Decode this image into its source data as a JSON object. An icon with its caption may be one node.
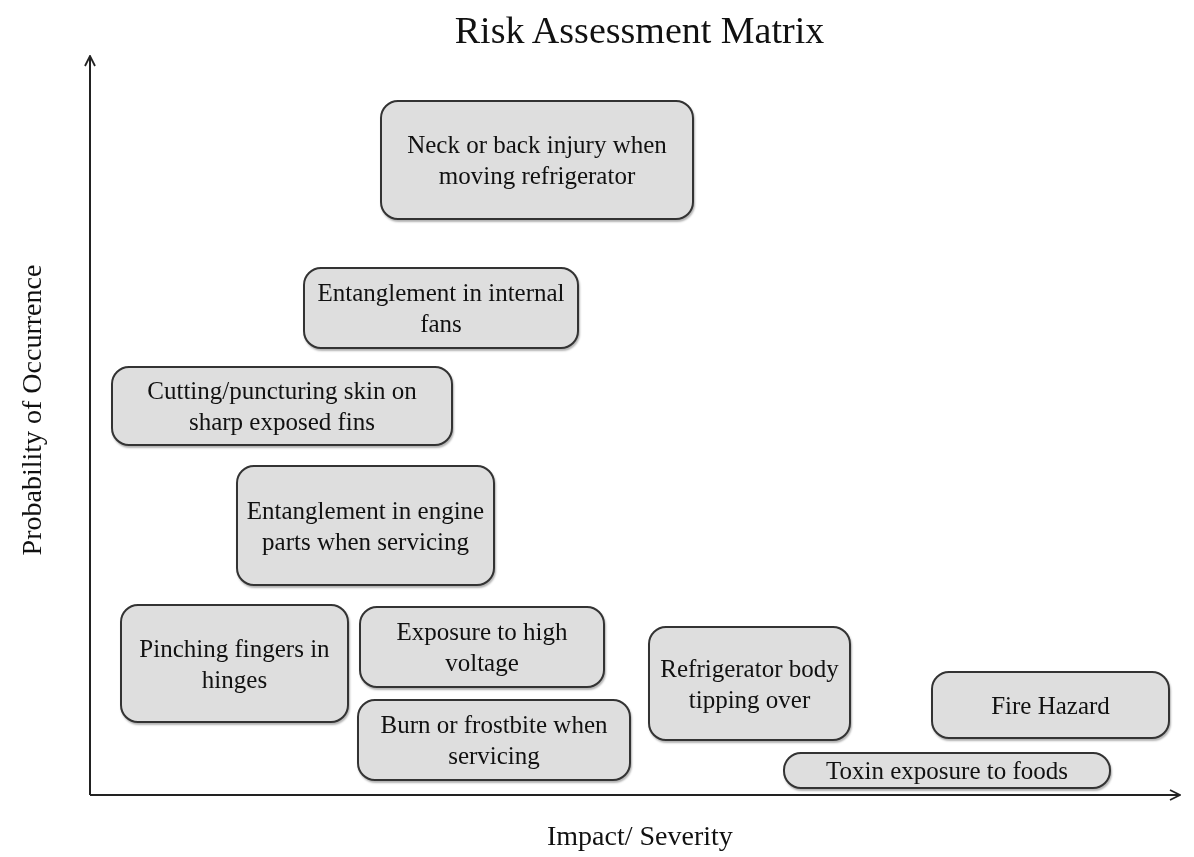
{
  "diagram": {
    "title": "Risk Assessment Matrix",
    "nodes": [
      {
        "text": [
          "Neck or back injury when moving refrigerator"
        ]
      },
      {
        "text": [
          "Entanglement in internal fans"
        ]
      },
      {
        "text": [
          "Cutting/puncturing skin on sharp exposed fins"
        ]
      },
      {
        "text": [
          "Entanglement in engine parts when servicing"
        ]
      },
      {
        "text": [
          "Pinching fingers in hinges"
        ]
      },
      {
        "text": [
          "Exposure to high voltage"
        ]
      },
      {
        "text": [
          "Burn or frostbite when servicing"
        ]
      },
      {
        "text": [
          "Refrigerator body tipping over"
        ]
      },
      {
        "text": [
          "Fire Hazard"
        ]
      },
      {
        "text": [
          "Toxin exposure to foods"
        ]
      }
    ],
    "labels": [
      "Probability of Occurrence",
      "Impact/ Severity"
    ]
  }
}
